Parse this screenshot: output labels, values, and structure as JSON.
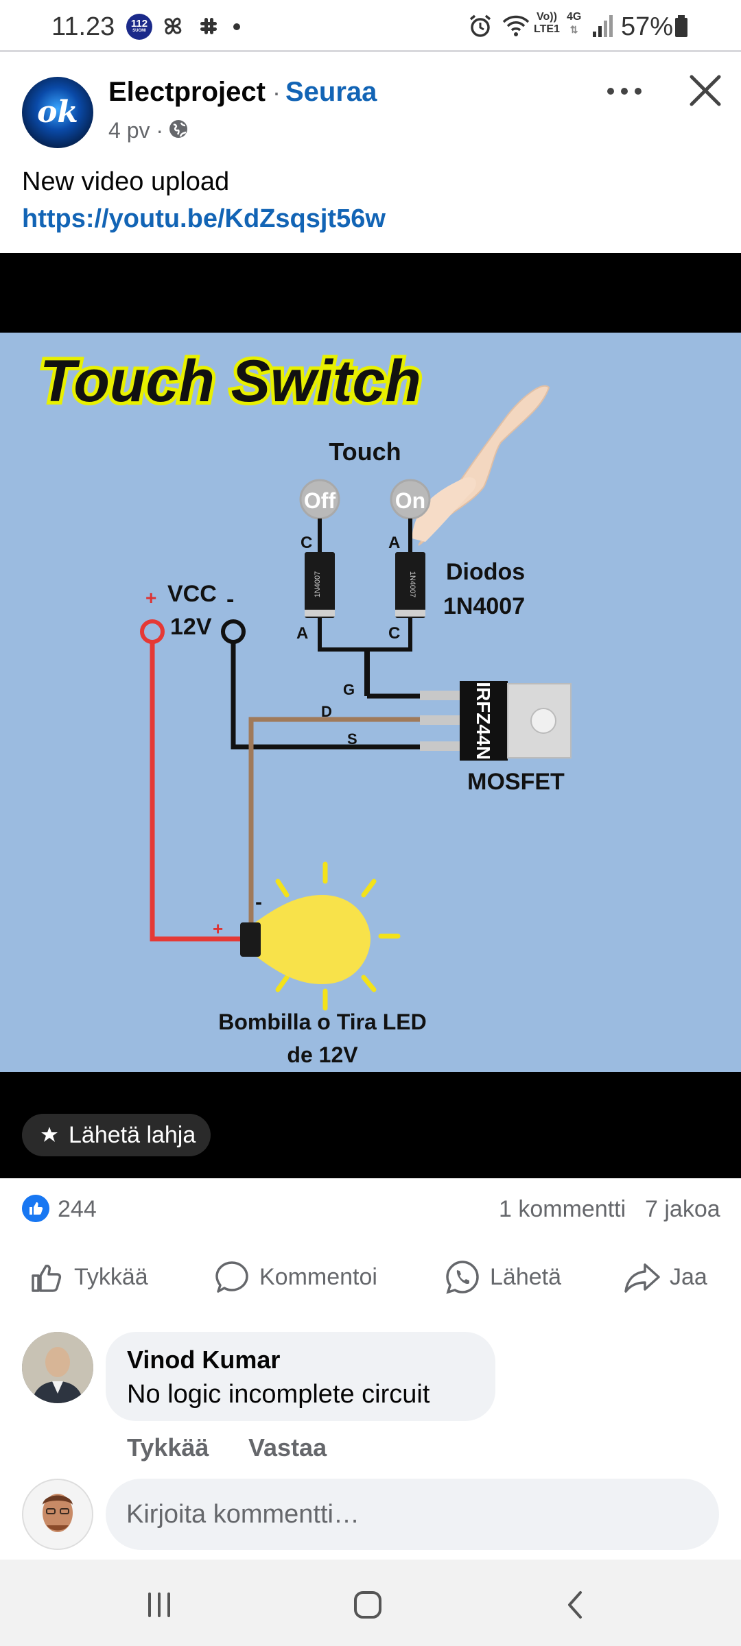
{
  "status_bar": {
    "time": "11.23",
    "badge_number": "112",
    "badge_sub": "SUOMI",
    "network_top": "Vo))",
    "network_bottom": "LTE1",
    "network_gen": "4G",
    "battery": "57%"
  },
  "post": {
    "page_name": "Electproject",
    "separator": "·",
    "follow_label": "Seuraa",
    "age": "4 pv ·",
    "text": "New video upload",
    "link": "https://youtu.be/KdZsqsjt56w",
    "avatar_text": "ok"
  },
  "media": {
    "gift_label": "Lähetä lahja",
    "diagram": {
      "title": "Touch Switch",
      "touch": "Touch",
      "off": "Off",
      "on": "On",
      "vcc": "VCC",
      "v12": "12V",
      "plus": "+",
      "minus": "-",
      "c": "C",
      "a": "A",
      "diode_part": "1N4007",
      "diodos": "Diodos",
      "diodos_part": "1N4007",
      "g": "G",
      "d": "D",
      "s": "S",
      "mosfet_part": "IRFZ44N",
      "mosfet": "MOSFET",
      "bulb_line1": "Bombilla o Tira LED",
      "bulb_line2": "de 12V"
    }
  },
  "stats": {
    "likes": "244",
    "comments": "1 kommentti",
    "shares": "7 jakoa"
  },
  "actions": {
    "like": "Tykkää",
    "comment": "Kommentoi",
    "send": "Lähetä",
    "share": "Jaa"
  },
  "comment": {
    "author": "Vinod Kumar",
    "text": "No logic incomplete  circuit",
    "like": "Tykkää",
    "reply": "Vastaa"
  },
  "composer": {
    "placeholder": "Kirjoita kommentti…"
  },
  "colors": {
    "link_blue": "#1264b5",
    "facebook_blue": "#1877f2",
    "diagram_bg": "#9bbbe0"
  }
}
